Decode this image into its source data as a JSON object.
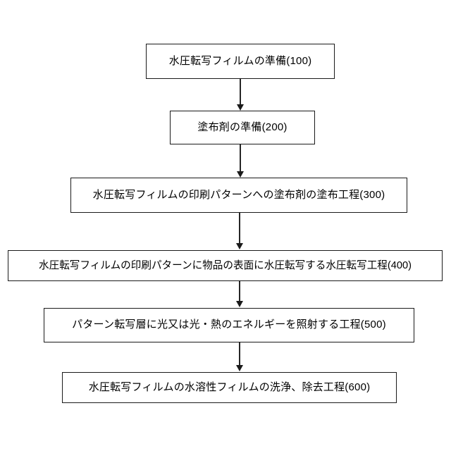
{
  "diagram": {
    "type": "flowchart",
    "orientation": "top-to-bottom",
    "background_color": "#ffffff",
    "box_border_color": "#1a1a1a",
    "box_fill_color": "#ffffff",
    "text_color": "#000000",
    "connector_color": "#262626",
    "nodes": [
      {
        "id": "100",
        "label": "水圧転写フィルムの準備(100)"
      },
      {
        "id": "200",
        "label": "塗布剤の準備(200)"
      },
      {
        "id": "300",
        "label": "水圧転写フィルムの印刷パターンへの塗布剤の塗布工程(300)"
      },
      {
        "id": "400",
        "label": "水圧転写フィルムの印刷パターンに物品の表面に水圧転写する水圧転写工程(400)"
      },
      {
        "id": "500",
        "label": "パターン転写層に光又は光・熱のエネルギーを照射する工程(500)"
      },
      {
        "id": "600",
        "label": "水圧転写フィルムの水溶性フィルムの洗浄、除去工程(600)"
      }
    ],
    "connectors": [
      {
        "from": "100",
        "to": "200",
        "style": "solid-arrow-down"
      },
      {
        "from": "200",
        "to": "300",
        "style": "solid-arrow-down"
      },
      {
        "from": "300",
        "to": "400",
        "style": "solid-arrow-down"
      },
      {
        "from": "400",
        "to": "500",
        "style": "solid-arrow-down"
      },
      {
        "from": "500",
        "to": "600",
        "style": "solid-arrow-down"
      }
    ]
  }
}
